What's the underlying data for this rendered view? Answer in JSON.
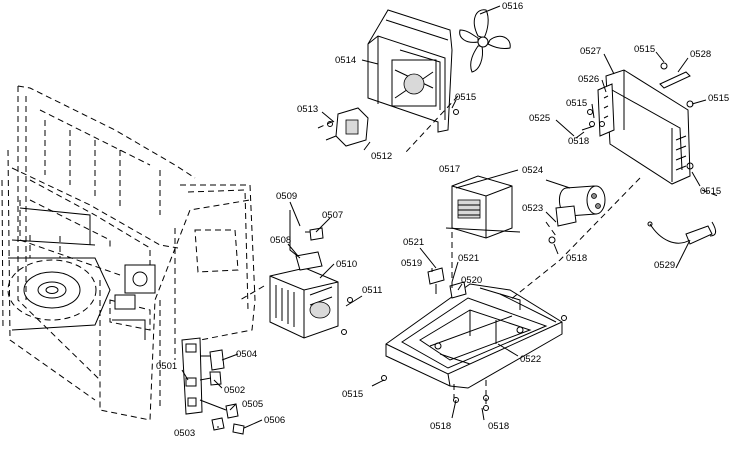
{
  "diagram": {
    "part_labels": [
      {
        "id": "p0516",
        "text": "0516"
      },
      {
        "id": "p0514",
        "text": "0514"
      },
      {
        "id": "p0515a",
        "text": "0515"
      },
      {
        "id": "p0513",
        "text": "0513"
      },
      {
        "id": "p0512",
        "text": "0512"
      },
      {
        "id": "p0527",
        "text": "0527"
      },
      {
        "id": "p0515b",
        "text": "0515"
      },
      {
        "id": "p0528",
        "text": "0528"
      },
      {
        "id": "p0526",
        "text": "0526"
      },
      {
        "id": "p0515c",
        "text": "0515"
      },
      {
        "id": "p0515d",
        "text": "0515"
      },
      {
        "id": "p0525",
        "text": "0525"
      },
      {
        "id": "p0518a",
        "text": "0518"
      },
      {
        "id": "p0517",
        "text": "0517"
      },
      {
        "id": "p0524",
        "text": "0524"
      },
      {
        "id": "p0515e",
        "text": "0515"
      },
      {
        "id": "p0523",
        "text": "0523"
      },
      {
        "id": "p0518b",
        "text": "0518"
      },
      {
        "id": "p0529",
        "text": "0529"
      },
      {
        "id": "p0509",
        "text": "0509"
      },
      {
        "id": "p0507",
        "text": "0507"
      },
      {
        "id": "p0508",
        "text": "0508"
      },
      {
        "id": "p0510",
        "text": "0510"
      },
      {
        "id": "p0511",
        "text": "0511"
      },
      {
        "id": "p0521a",
        "text": "0521"
      },
      {
        "id": "p0521b",
        "text": "0521"
      },
      {
        "id": "p0519",
        "text": "0519"
      },
      {
        "id": "p0520",
        "text": "0520"
      },
      {
        "id": "p0522",
        "text": "0522"
      },
      {
        "id": "p0504",
        "text": "0504"
      },
      {
        "id": "p0501",
        "text": "0501"
      },
      {
        "id": "p0502",
        "text": "0502"
      },
      {
        "id": "p0505",
        "text": "0505"
      },
      {
        "id": "p0503",
        "text": "0503"
      },
      {
        "id": "p0506",
        "text": "0506"
      },
      {
        "id": "p0515f",
        "text": "0515"
      },
      {
        "id": "p0518c",
        "text": "0518"
      },
      {
        "id": "p0518d",
        "text": "0518"
      }
    ]
  }
}
